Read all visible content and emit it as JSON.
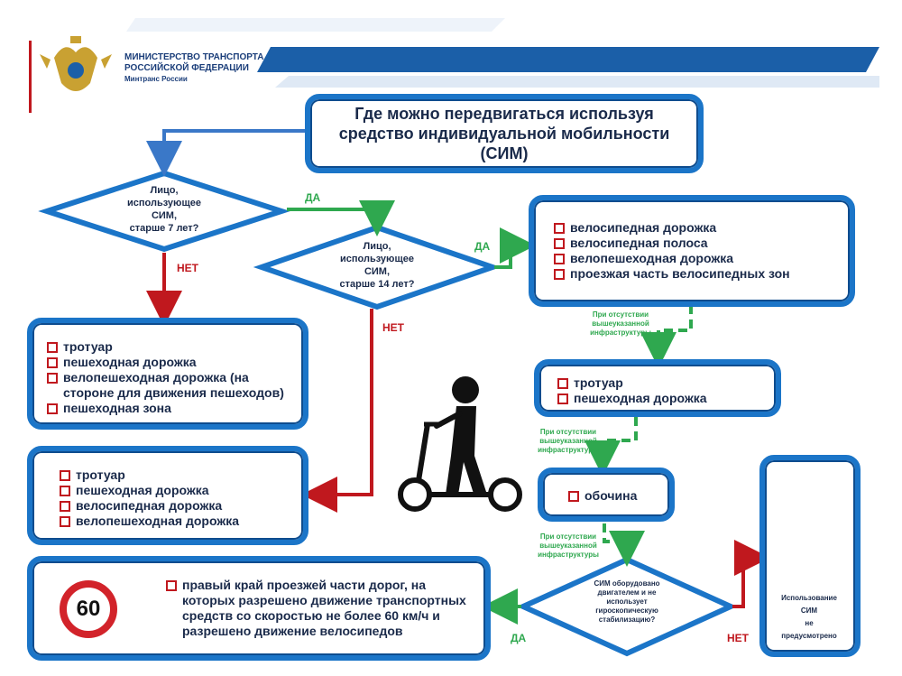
{
  "header": {
    "ministry_line1": "МИНИСТЕРСТВО ТРАНСПОРТА",
    "ministry_line2": "РОССИЙСКОЙ ФЕДЕРАЦИИ",
    "ministry_line3": "Минтранс России",
    "emblem_icon": "double-headed-eagle-emblem"
  },
  "title": "Где можно передвигаться используя\nсредство индивидуальной мобильности\n(СИМ)",
  "decisions": {
    "age7": "Лицо,\nиспользующее\nСИМ,\nстарше 7 лет?",
    "age14": "Лицо,\nиспользующее\nСИМ,\nстарше 14 лет?",
    "engine": "СИМ оборудовано\nдвигателем и не\nиспользует\nгироскопическую\nстабилизацию?"
  },
  "labels": {
    "yes": "ДА",
    "no": "НЕТ"
  },
  "boxes": {
    "over14": [
      "велосипедная дорожка",
      "велосипедная полоса",
      "велопешеходная дорожка",
      "проезжая часть велосипедных зон"
    ],
    "under7": [
      "тротуар",
      "пешеходная дорожка",
      "велопешеходная дорожка (на стороне для движения пешеходов)",
      "пешеходная зона"
    ],
    "age7to14": [
      "тротуар",
      "пешеходная дорожка",
      "велосипедная дорожка",
      "велопешеходная дорожка"
    ],
    "sidewalk": [
      "тротуар",
      "пешеходная дорожка"
    ],
    "shoulder": [
      "обочина"
    ],
    "road_edge": [
      "правый край проезжей части дорог, на которых разрешено движение транспортных средств со скоростью не более 60 км/ч и разрешено движение велосипедов"
    ]
  },
  "absence_note": "При отсутствии\nвышеуказанной\nинфраструктуры",
  "speed_sign": "60",
  "no_use": {
    "line1": "Использование",
    "line2": "СИМ",
    "line3": "не",
    "line4": "предусмотрено"
  },
  "icons": {
    "scooter": "kick-scooter-rider-icon",
    "pedestrian": "walking-person-icon"
  },
  "colors": {
    "box_border": "#1b75c8",
    "yes_arrow": "#2fa84f",
    "no_arrow": "#c0181e",
    "header_band": "#1b5fa8"
  }
}
